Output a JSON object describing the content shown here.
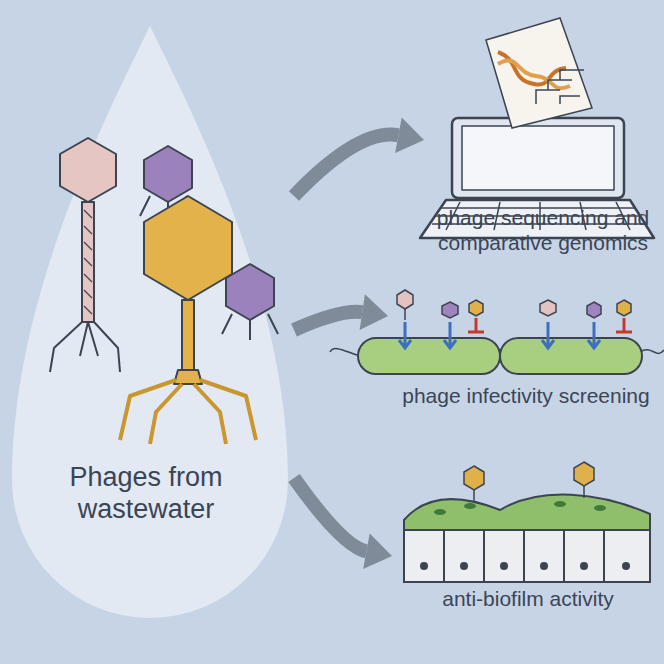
{
  "diagram": {
    "nodes": [
      {
        "text": [
          "Phages from wastewater"
        ]
      },
      {
        "text": [
          "phage sequencing and comparative genomics"
        ]
      },
      {
        "text": [
          "phage infectivity screening"
        ]
      },
      {
        "text": [
          "anti-biofilm activity"
        ]
      }
    ],
    "edges": [
      {
        "from": 0,
        "to": 1,
        "arrow": "to"
      },
      {
        "from": 0,
        "to": 2,
        "arrow": "to"
      },
      {
        "from": 0,
        "to": 3,
        "arrow": "to"
      }
    ]
  }
}
